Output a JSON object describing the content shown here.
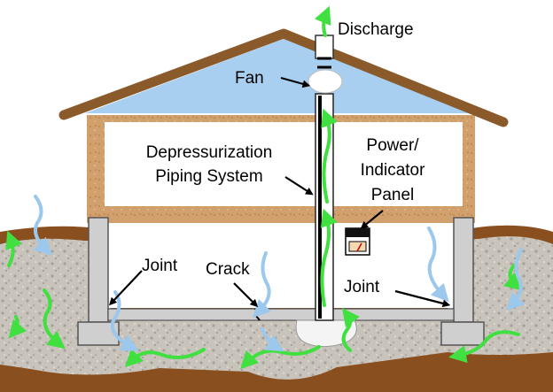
{
  "labels": {
    "discharge": "Discharge",
    "fan": "Fan",
    "piping_line1": "Depressurization",
    "piping_line2": "Piping System",
    "power_line1": "Power/",
    "power_line2": "Indicator",
    "power_line3": "Panel",
    "joint_left": "Joint",
    "crack": "Crack",
    "joint_right": "Joint"
  },
  "colors": {
    "roof": "#8b5a2b",
    "attic": "#a9cff0",
    "wall": "#d2a06c",
    "soil": "#8a4f1e",
    "gravel": "#c8c3bb",
    "concrete": "#cfcfcf",
    "soil_gas_arrow": "#3fe03f",
    "air_arrow": "#9cc8ee"
  }
}
